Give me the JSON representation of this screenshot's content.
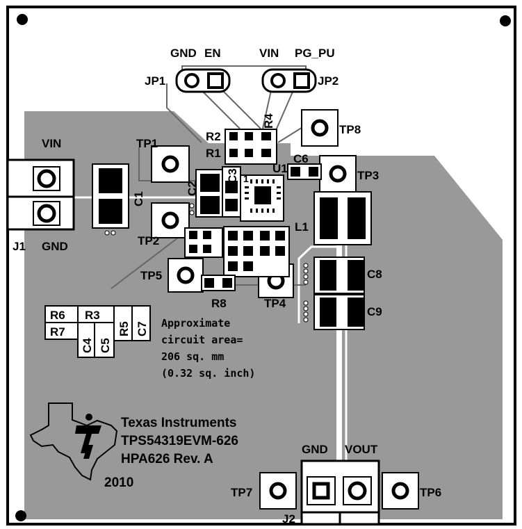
{
  "labels": {
    "gnd_en_gnd": "GND",
    "gnd_en_en": "EN",
    "vin_pg_vin": "VIN",
    "vin_pg_pg": "PG_PU",
    "jp1": "JP1",
    "jp2": "JP2",
    "vin": "VIN",
    "j1": "J1",
    "j1_gnd": "GND",
    "tp1": "TP1",
    "tp2": "TP2",
    "tp3": "TP3",
    "tp4": "TP4",
    "tp5": "TP5",
    "tp6": "TP6",
    "tp7": "TP7",
    "tp8": "TP8",
    "c1": "C1",
    "c2": "C2",
    "c3": "C3",
    "c6": "C6",
    "c8": "C8",
    "c9": "C9",
    "r1": "R1",
    "r2": "R2",
    "r4": "R4",
    "r8": "R8",
    "u1": "U1",
    "l1": "L1",
    "pin1": "1",
    "j2": "J2",
    "j2_gnd": "GND",
    "j2_vout": "VOUT"
  },
  "legend_table": {
    "r6": "R6",
    "r3": "R3",
    "r7": "R7",
    "c4": "C4",
    "c5": "C5",
    "r5": "R5",
    "c7": "C7"
  },
  "area_note": {
    "line1": "Approximate",
    "line2": "circuit area=",
    "line3": "206 sq. mm",
    "line4": "(0.32 sq. inch)"
  },
  "logo": {
    "company": "Texas Instruments",
    "part": "TPS54319EVM-626",
    "revision": "HPA626 Rev. A",
    "year": "2010"
  },
  "colors": {
    "copper": "#999999",
    "board": "#ffffff",
    "ink": "#000000"
  }
}
